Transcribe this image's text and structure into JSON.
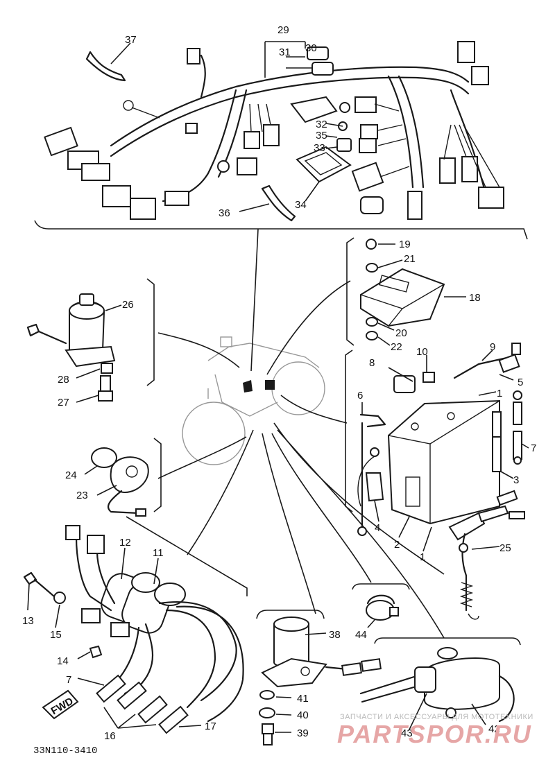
{
  "drawing_ref": "33N110-3410",
  "watermark": {
    "caption": "ЗАПЧАСТИ И АКСЕССУАРЫ ДЛЯ МОТОТЕХНИКИ",
    "brand": "PARTSPOR.RU"
  },
  "fwd_label": "FWD",
  "callouts": {
    "c1": "1",
    "c1b": "1",
    "c2": "2",
    "c3": "3",
    "c4": "4",
    "c5": "5",
    "c6": "6",
    "c7": "7",
    "c8": "8",
    "c9": "9",
    "c10": "10",
    "c11": "11",
    "c12": "12",
    "c13": "13",
    "c14": "14",
    "c15": "15",
    "c16": "16",
    "c17": "17",
    "c18": "18",
    "c19": "19",
    "c20": "20",
    "c21": "21",
    "c22": "22",
    "c23": "23",
    "c24": "24",
    "c25": "25",
    "c26": "26",
    "c27": "27",
    "c28": "28",
    "c29": "29",
    "c30": "30",
    "c31": "31",
    "c32": "32",
    "c33": "33",
    "c34": "34",
    "c35": "35",
    "c36": "36",
    "c37": "37",
    "c38": "38",
    "c39": "39",
    "c40": "40",
    "c41": "41",
    "c42": "42",
    "c43": "43",
    "c44": "44"
  }
}
